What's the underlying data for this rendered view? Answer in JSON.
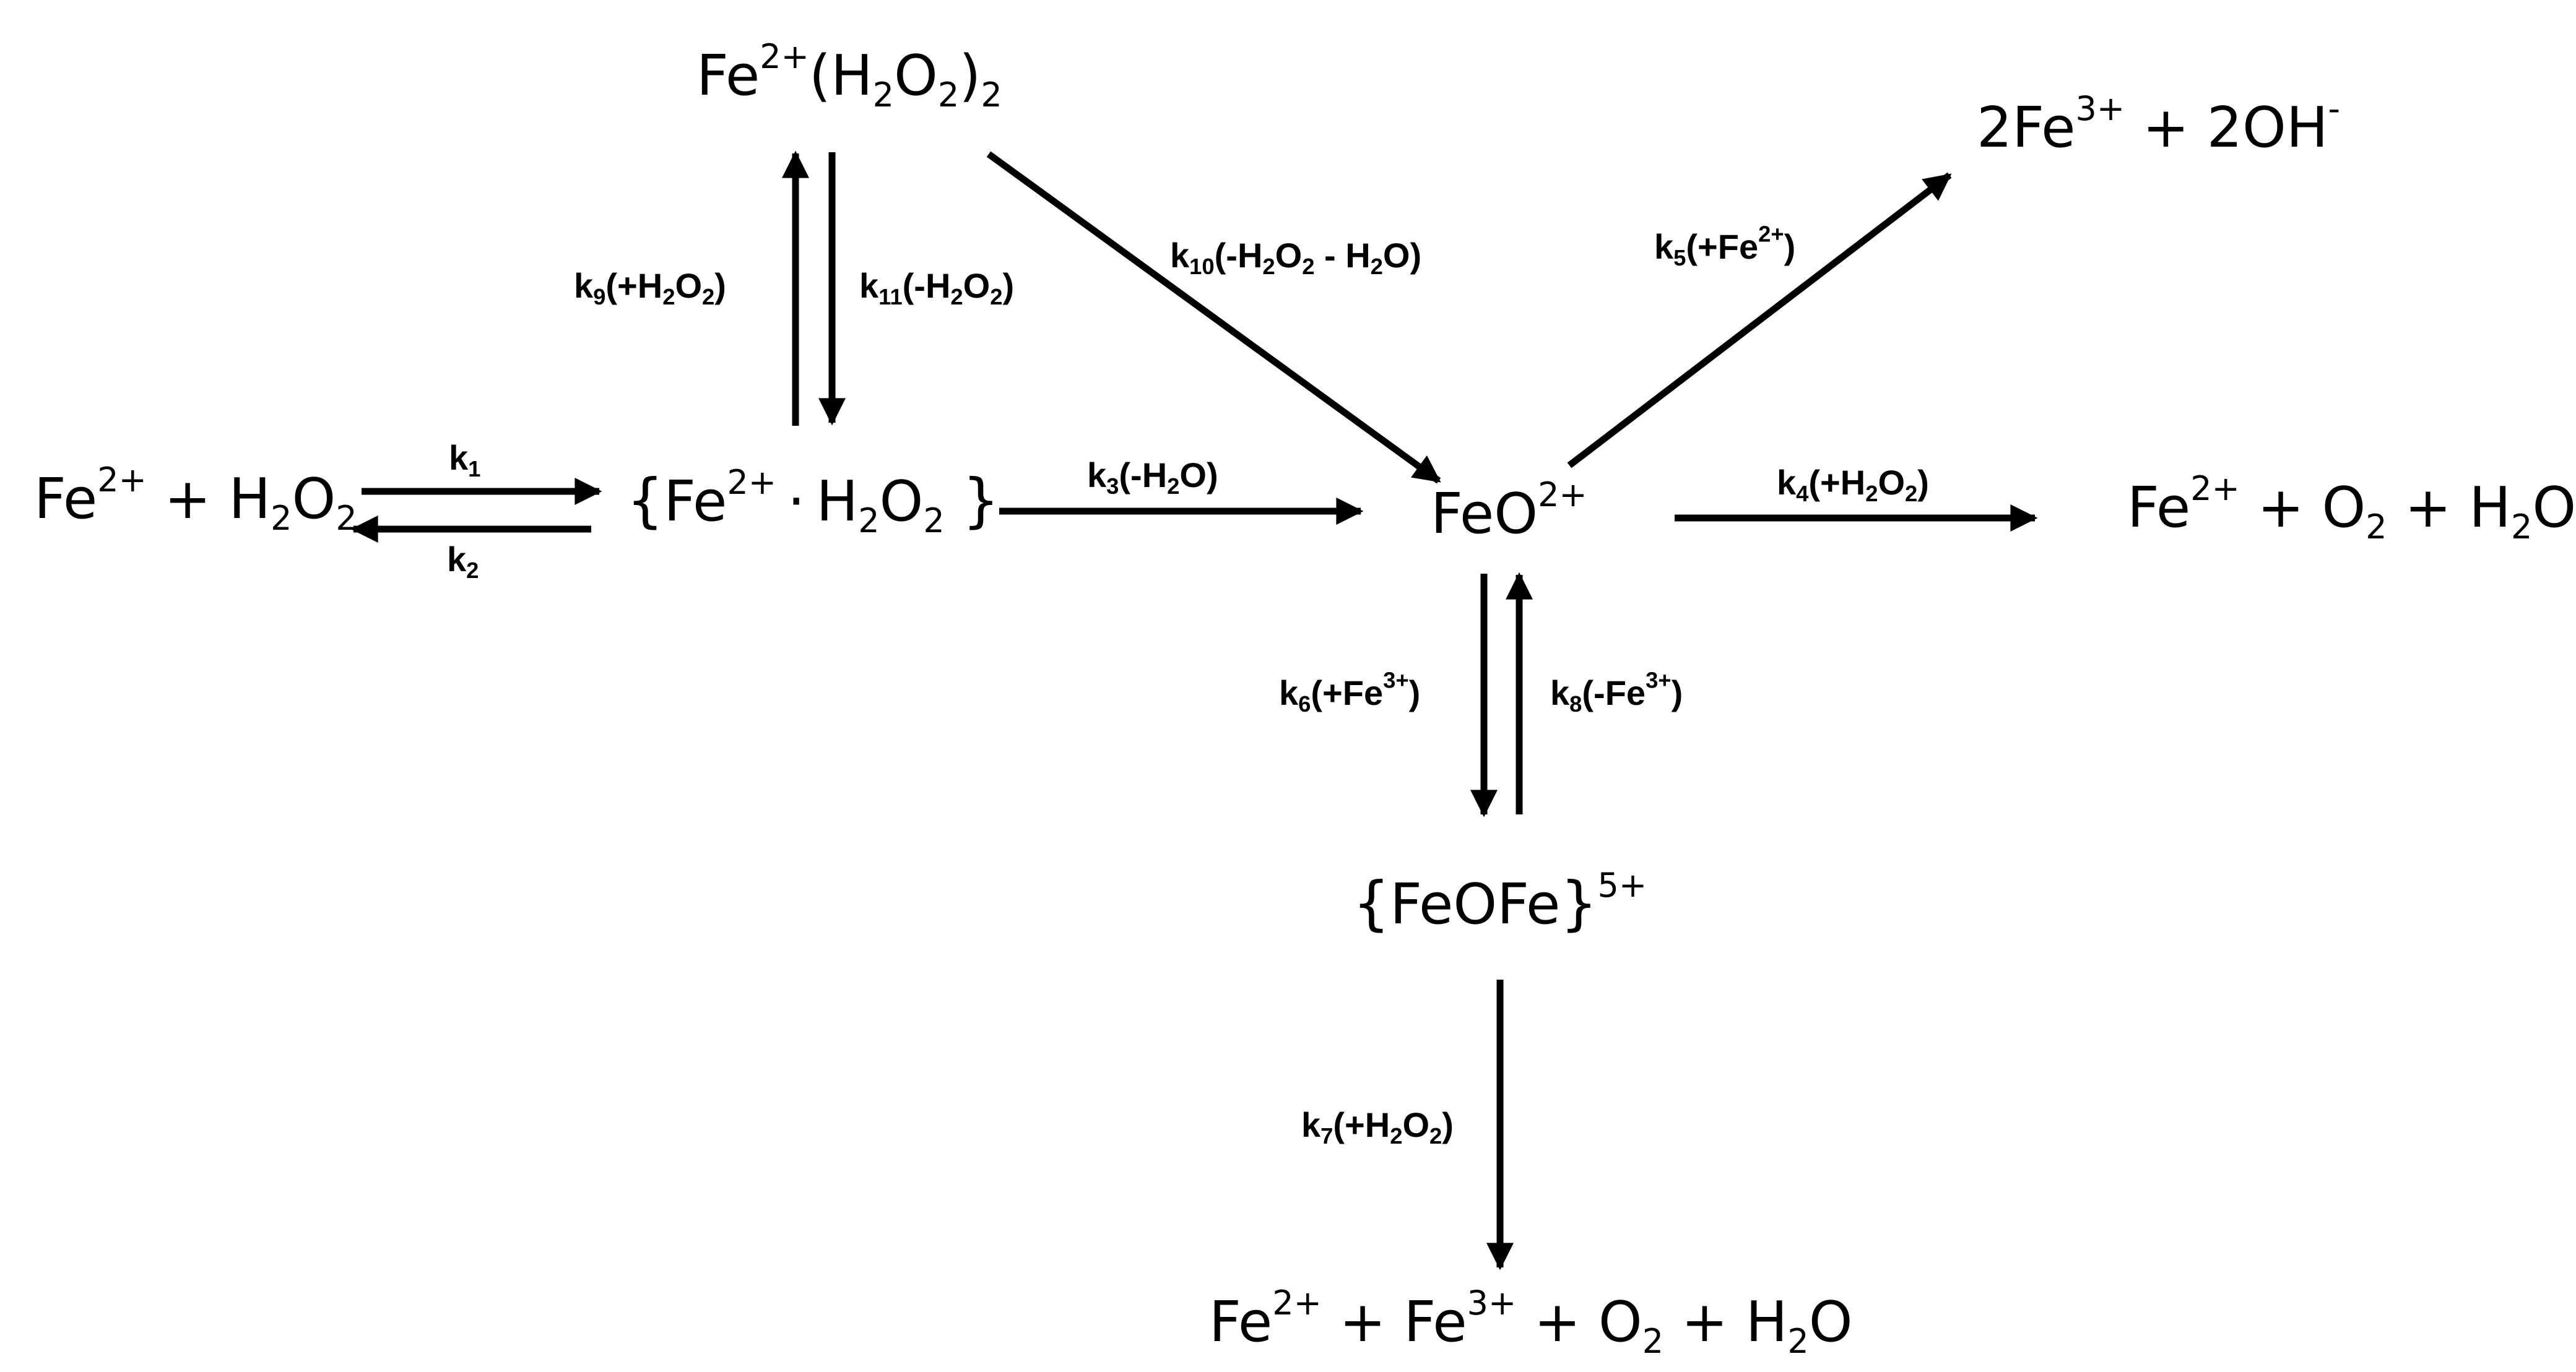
{
  "species": {
    "fe2_h2o2": "Fe2+ + H2O2",
    "complex": "{Fe2+·H2O2 }",
    "fe_h2o2_2": "Fe2+(H2O2)2",
    "feo2": "FeO2+",
    "fe3_oh": "2Fe3+ + 2OH-",
    "fe2_o2_h2o": "Fe2+ + O2 + H2O",
    "feofe": "{FeOFe}5+",
    "final": "Fe2+ + Fe3+ + O2 + H2O"
  },
  "rates": {
    "k1": "k1",
    "k2": "k2",
    "k3": "k3(-H2O)",
    "k4": "k4(+H2O2)",
    "k5": "k5(+Fe2+)",
    "k6": "k6(+Fe3+)",
    "k7": "k7(+H2O2)",
    "k8": "k8(-Fe3+)",
    "k9": "k9(+H2O2)",
    "k10": "k10(-H2O2 - H2O)",
    "k11": "k11(-H2O2)"
  }
}
